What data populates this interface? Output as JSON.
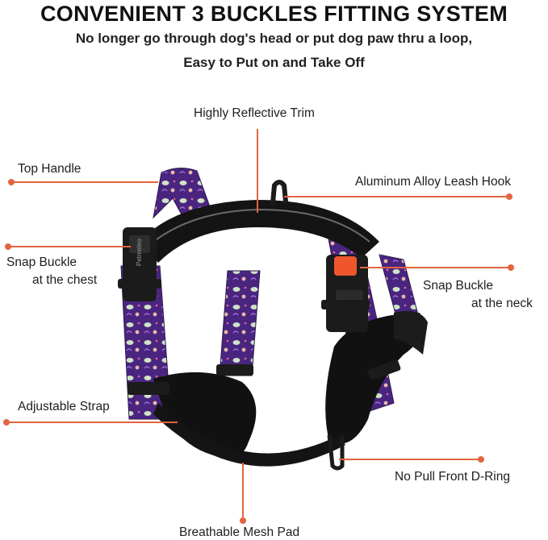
{
  "header": {
    "title": "CONVENIENT 3 BUCKLES FITTING SYSTEM",
    "subtitle_line1": "No longer go through dog's head or put dog paw thru a loop,",
    "subtitle_line2": "Easy to Put on and Take Off"
  },
  "product": {
    "brand_print": "Petmeleo",
    "colors": {
      "pattern": "#4a2580",
      "padding": "#141414",
      "buckle": "#1b1b1b",
      "release_button": "#f0562c",
      "accent_line": "#e3643f"
    }
  },
  "callouts": {
    "highly_reflective_trim": "Highly Reflective Trim",
    "top_handle": "Top Handle",
    "aluminum_alloy_leash_hook": "Aluminum Alloy Leash Hook",
    "snap_buckle_chest_line1": "Snap Buckle",
    "snap_buckle_chest_line2": "at the chest",
    "snap_buckle_neck_line1": "Snap Buckle",
    "snap_buckle_neck_line2": "at the neck",
    "adjustable_strap": "Adjustable Strap",
    "no_pull_front_d_ring": "No Pull Front D-Ring",
    "breathable_mesh_pad": "Breathable Mesh Pad"
  }
}
